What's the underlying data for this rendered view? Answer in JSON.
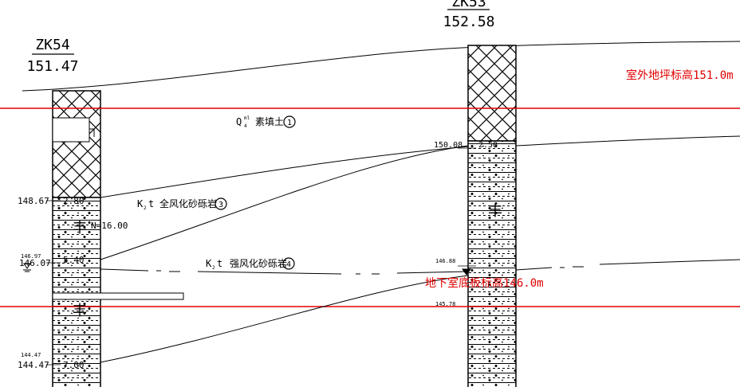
{
  "boreholes": [
    {
      "id": "ZK54",
      "elevation": "151.47",
      "depth_labels": [
        "148.67",
        "2.80",
        "146.07",
        "5.40",
        "144.47",
        "144.47",
        "7.00"
      ],
      "spt": {
        "label": "N=16.00",
        "symbol": "丰"
      },
      "water_level": "146.97"
    },
    {
      "id": "ZK53",
      "elevation": "152.58",
      "depth_labels": [
        "150.08",
        "2.50",
        "146.88",
        "145.78"
      ],
      "spt": {
        "label": "",
        "symbol": "丰"
      }
    }
  ],
  "strata": [
    {
      "code_main": "Q",
      "code_sup": "ml",
      "code_sub": "4",
      "name": "素填土",
      "number": "1"
    },
    {
      "code_main": "K",
      "code_sub": "2",
      "code_suffix": "t",
      "name": "全风化砂砾岩",
      "number": "3"
    },
    {
      "code_main": "K",
      "code_sub": "2",
      "code_suffix": "t",
      "name": "强风化砂砾岩",
      "number": "4"
    }
  ],
  "annotations": {
    "outdoor_grade": "室外地坪标高151.0m",
    "basement_floor": "地下室底板标高146.0m"
  },
  "colors": {
    "line": "#000000",
    "red_line": "#e00000",
    "annotation": "#e00000"
  }
}
